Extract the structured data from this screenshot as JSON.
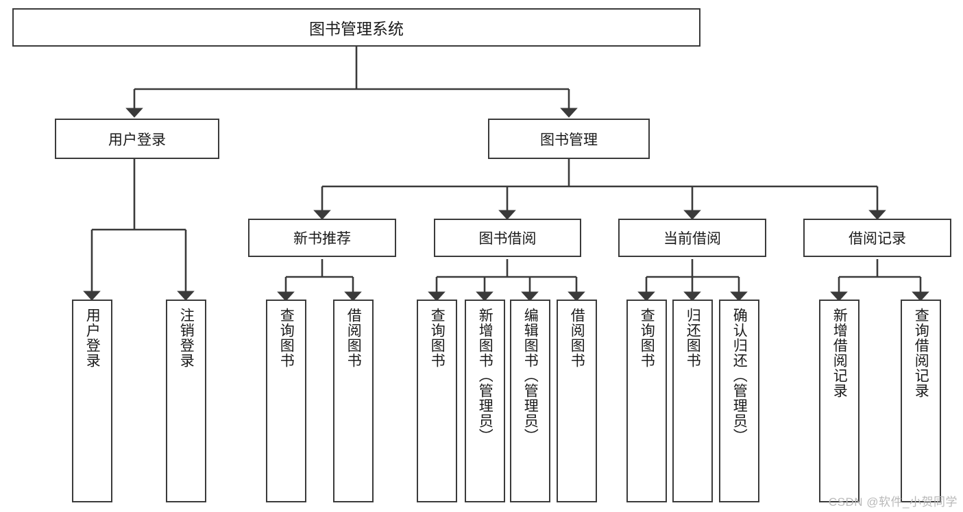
{
  "diagram": {
    "title": "图书管理系统",
    "watermark": "CSDN @软件_小贺同学",
    "colors": {
      "background": "#ffffff",
      "stroke": "#3a3a3a",
      "text": "#1a1a1a",
      "watermark": "#b9b9b9"
    },
    "root": {
      "label": "图书管理系统"
    },
    "level2": [
      {
        "label": "用户登录"
      },
      {
        "label": "图书管理"
      }
    ],
    "level3": [
      {
        "label": "新书推荐"
      },
      {
        "label": "图书借阅"
      },
      {
        "label": "当前借阅"
      },
      {
        "label": "借阅记录"
      }
    ],
    "leaves": {
      "user_login": [
        {
          "label": "用户登录"
        },
        {
          "label": "注销登录"
        }
      ],
      "new_book_rec": [
        {
          "label": "查询图书"
        },
        {
          "label": "借阅图书"
        }
      ],
      "book_borrow": [
        {
          "label": "查询图书"
        },
        {
          "label": "新增图书（管理员）"
        },
        {
          "label": "编辑图书（管理员）"
        },
        {
          "label": "借阅图书"
        }
      ],
      "current_borrow": [
        {
          "label": "查询图书"
        },
        {
          "label": "归还图书"
        },
        {
          "label": "确认归还（管理员）"
        }
      ],
      "borrow_record": [
        {
          "label": "新增借阅记录"
        },
        {
          "label": "查询借阅记录"
        }
      ]
    }
  }
}
